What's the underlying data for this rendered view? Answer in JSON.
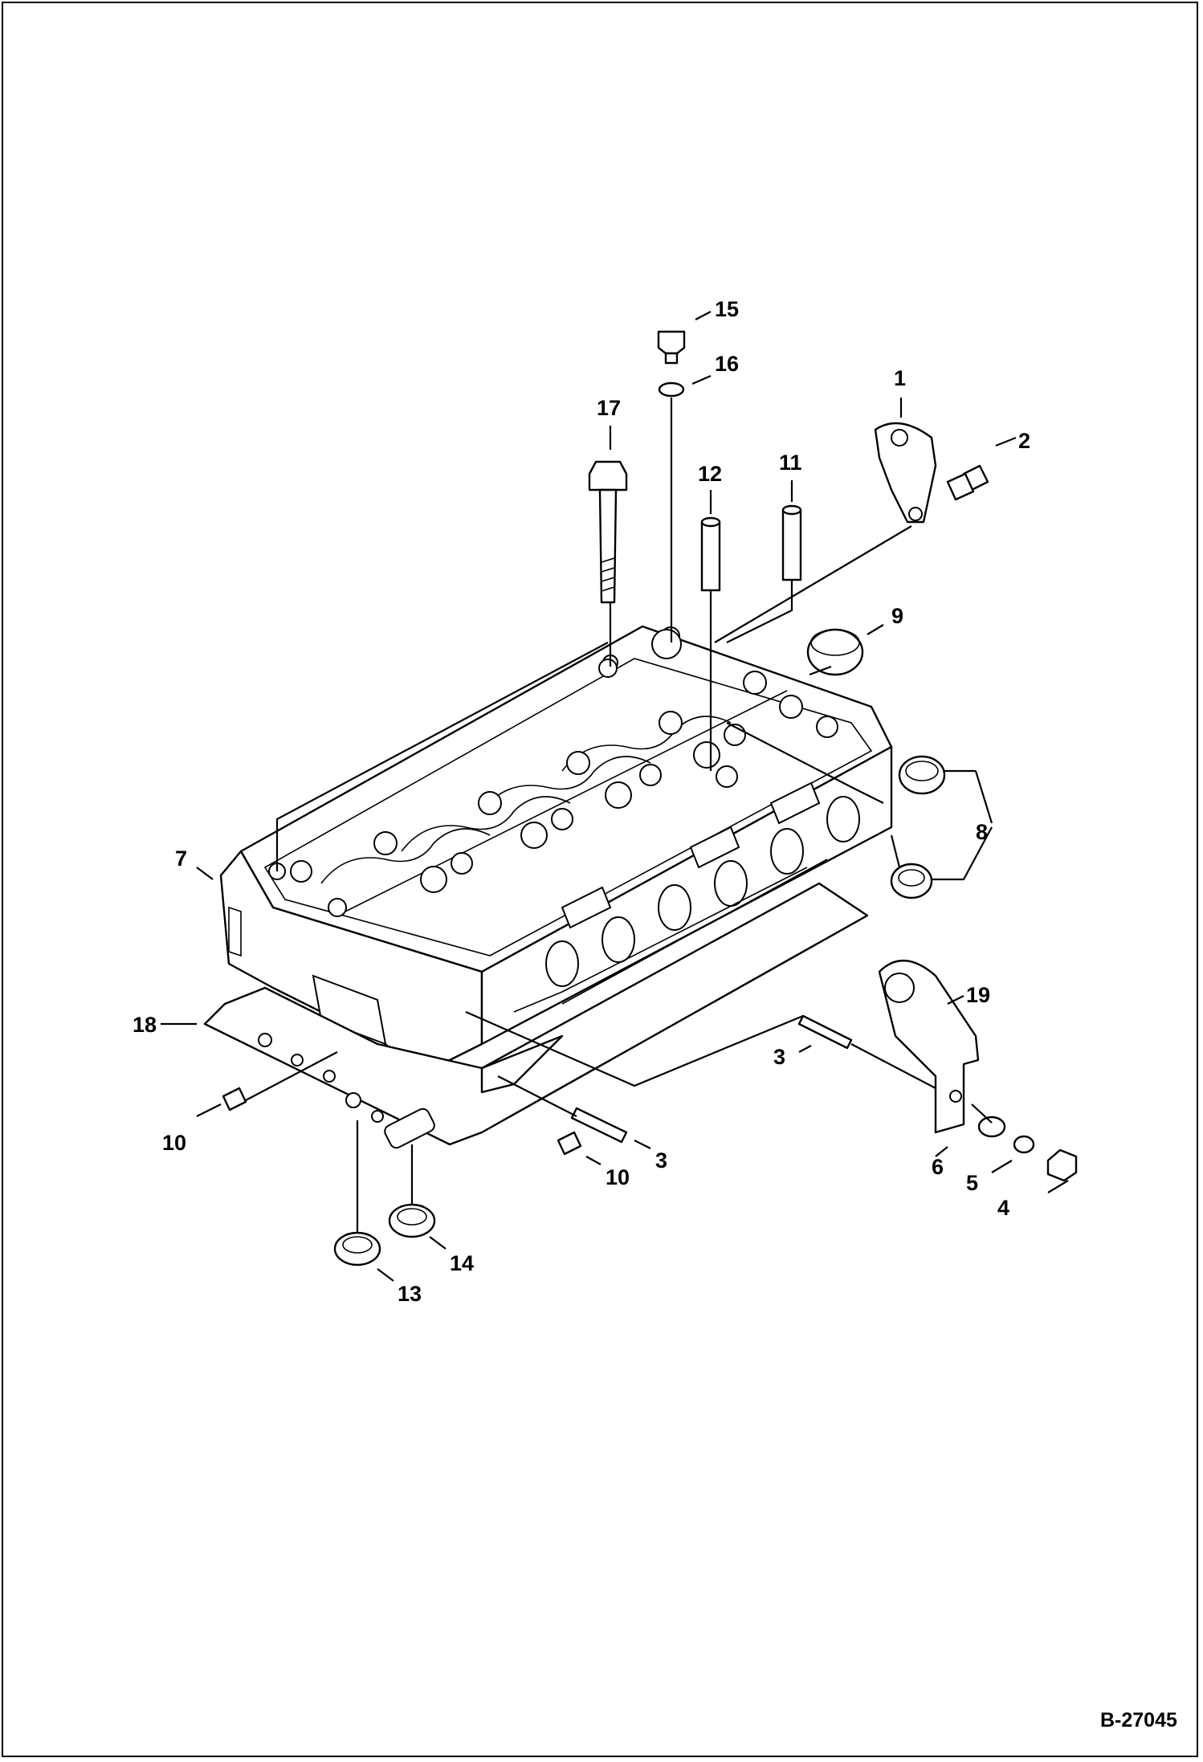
{
  "figure": {
    "figure_number": "B-27045",
    "callouts": [
      {
        "id": "c1",
        "label": "1"
      },
      {
        "id": "c2",
        "label": "2"
      },
      {
        "id": "c3a",
        "label": "3"
      },
      {
        "id": "c3b",
        "label": "3"
      },
      {
        "id": "c4",
        "label": "4"
      },
      {
        "id": "c5",
        "label": "5"
      },
      {
        "id": "c6",
        "label": "6"
      },
      {
        "id": "c7",
        "label": "7"
      },
      {
        "id": "c8",
        "label": "8"
      },
      {
        "id": "c9",
        "label": "9"
      },
      {
        "id": "c10a",
        "label": "10"
      },
      {
        "id": "c10b",
        "label": "10"
      },
      {
        "id": "c11",
        "label": "11"
      },
      {
        "id": "c12",
        "label": "12"
      },
      {
        "id": "c13",
        "label": "13"
      },
      {
        "id": "c14",
        "label": "14"
      },
      {
        "id": "c15",
        "label": "15"
      },
      {
        "id": "c16",
        "label": "16"
      },
      {
        "id": "c17",
        "label": "17"
      },
      {
        "id": "c18",
        "label": "18"
      },
      {
        "id": "c19",
        "label": "19"
      }
    ]
  }
}
